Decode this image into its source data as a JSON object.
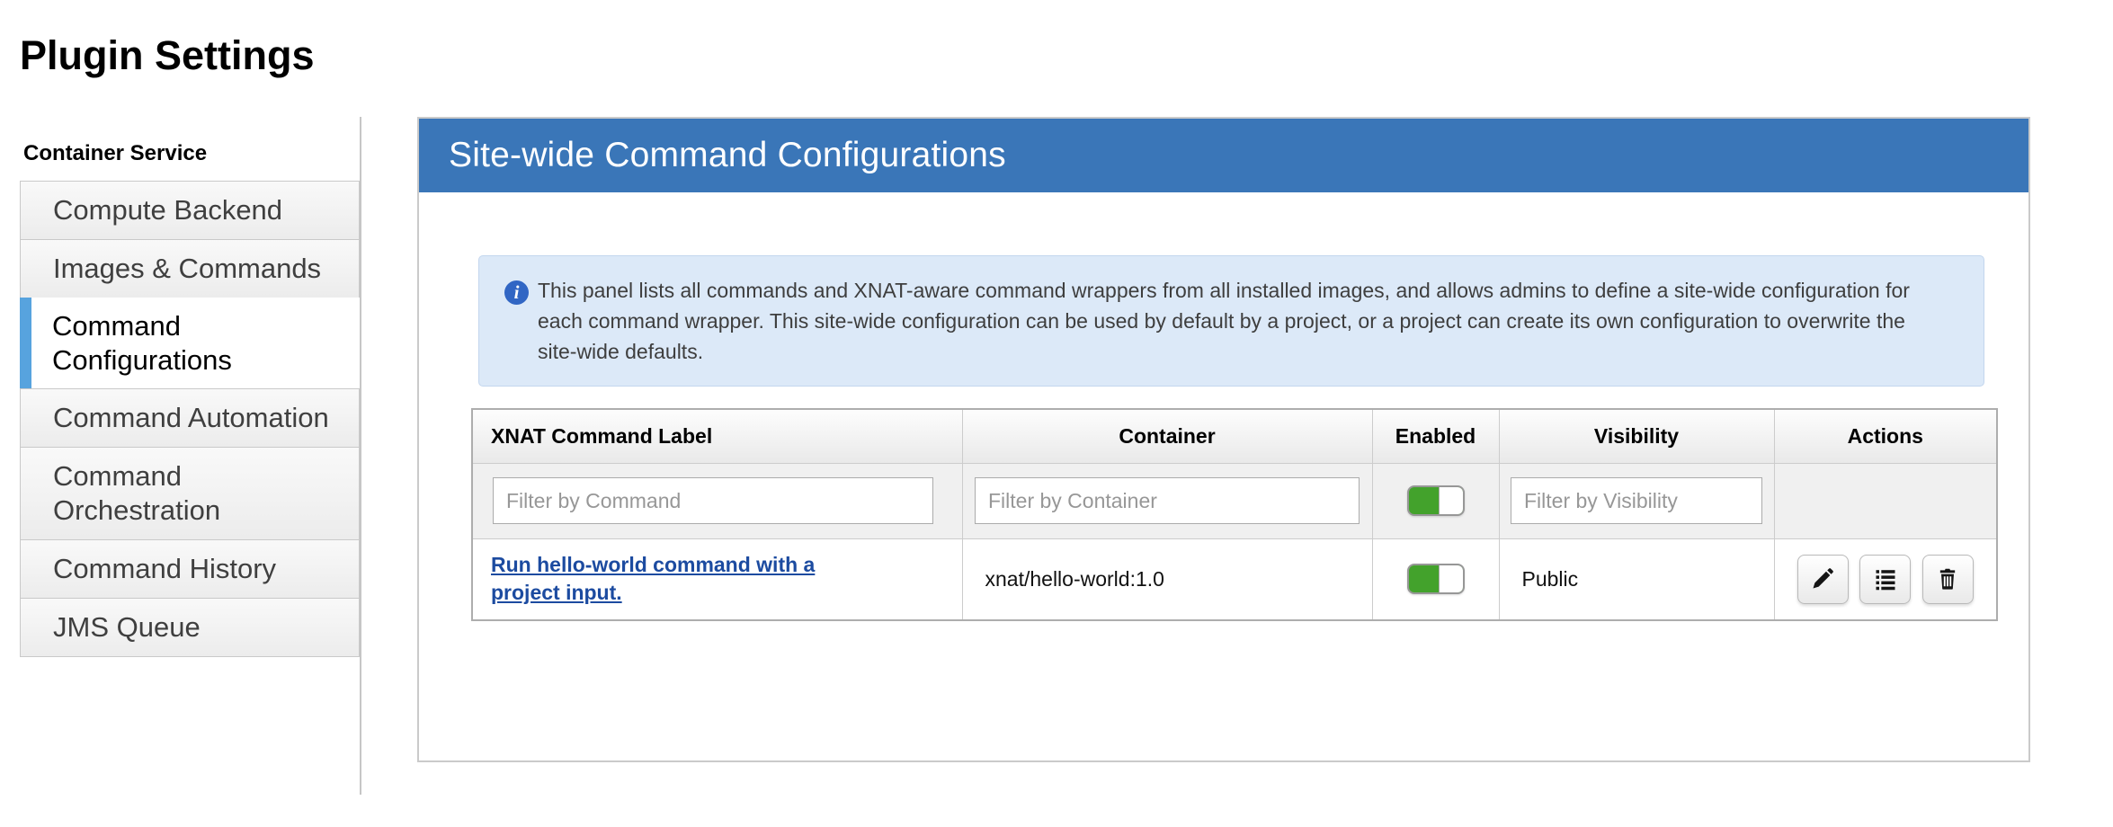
{
  "page": {
    "title": "Plugin Settings"
  },
  "sidebar": {
    "heading": "Container Service",
    "items": [
      {
        "label": "Compute Backend",
        "active": false
      },
      {
        "label": "Images & Commands",
        "active": false
      },
      {
        "label": "Command Configurations",
        "active": true
      },
      {
        "label": "Command Automation",
        "active": false
      },
      {
        "label": "Command Orchestration",
        "active": false
      },
      {
        "label": "Command History",
        "active": false
      },
      {
        "label": "JMS Queue",
        "active": false
      }
    ]
  },
  "panel": {
    "title": "Site-wide Command Configurations",
    "info_text": "This panel lists all commands and XNAT-aware command wrappers from all installed images, and allows admins to define a site-wide configuration for each command wrapper. This site-wide configuration can be used by default by a project, or a project can create its own configuration to overwrite the site-wide defaults.",
    "table": {
      "columns": [
        "XNAT Command Label",
        "Container",
        "Enabled",
        "Visibility",
        "Actions"
      ],
      "filters": {
        "command_placeholder": "Filter by Command",
        "container_placeholder": "Filter by Container",
        "visibility_placeholder": "Filter by Visibility",
        "enabled_toggle_state": "on"
      },
      "rows": [
        {
          "command_label": "Run hello-world command with a project input.",
          "container": "xnat/hello-world:1.0",
          "enabled": "on",
          "visibility": "Public",
          "actions": [
            {
              "name": "edit",
              "icon": "pencil-icon"
            },
            {
              "name": "view-config",
              "icon": "list-icon"
            },
            {
              "name": "delete",
              "icon": "trash-icon"
            }
          ]
        }
      ]
    }
  },
  "colors": {
    "panel-header-bg": "#3a76b8",
    "active-tab-accent": "#57a3de",
    "link-blue": "#1c4ba0",
    "toggle-green": "#43a22c",
    "info-bg": "#dce9f8",
    "info-border": "#c3d6ee",
    "info-icon-blue": "#3166c4"
  }
}
